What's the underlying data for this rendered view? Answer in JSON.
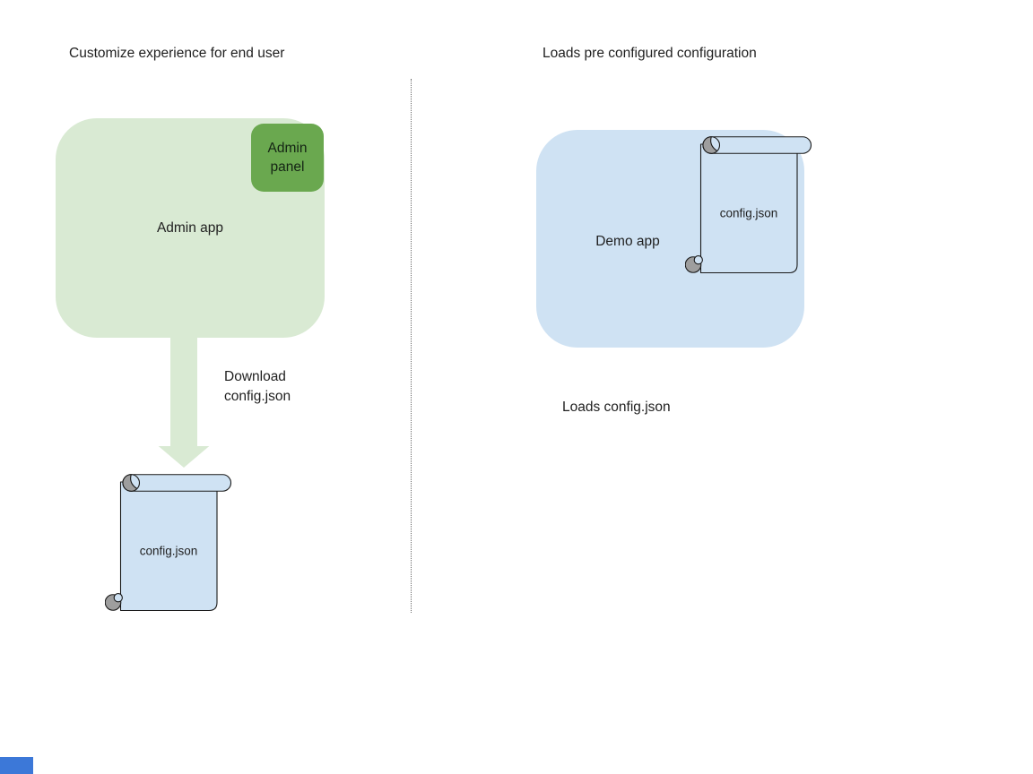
{
  "canvas": {
    "background": "#ffffff",
    "divider_color": "#6b6b6b",
    "text_color": "#1f1f1f"
  },
  "left_panel": {
    "title": "Customize experience for end user",
    "admin_app": {
      "label": "Admin app",
      "fill": "#d9ead3"
    },
    "admin_panel": {
      "label": "Admin panel",
      "fill": "#6aa84f"
    },
    "arrow": {
      "label": "Download\nconfig.json",
      "fill": "#d9ead3"
    },
    "config_file": {
      "label": "config.json",
      "fill": "#cfe2f3",
      "roll_shade": "#9e9e9e"
    }
  },
  "right_panel": {
    "title": "Loads pre configured configuration",
    "demo_app": {
      "label": "Demo app",
      "fill": "#cfe2f3"
    },
    "config_file": {
      "label": "config.json",
      "fill": "#cfe2f3",
      "roll_shade": "#9e9e9e"
    },
    "caption": "Loads config.json"
  },
  "corner_shape": {
    "fill": "#3c78d8"
  }
}
